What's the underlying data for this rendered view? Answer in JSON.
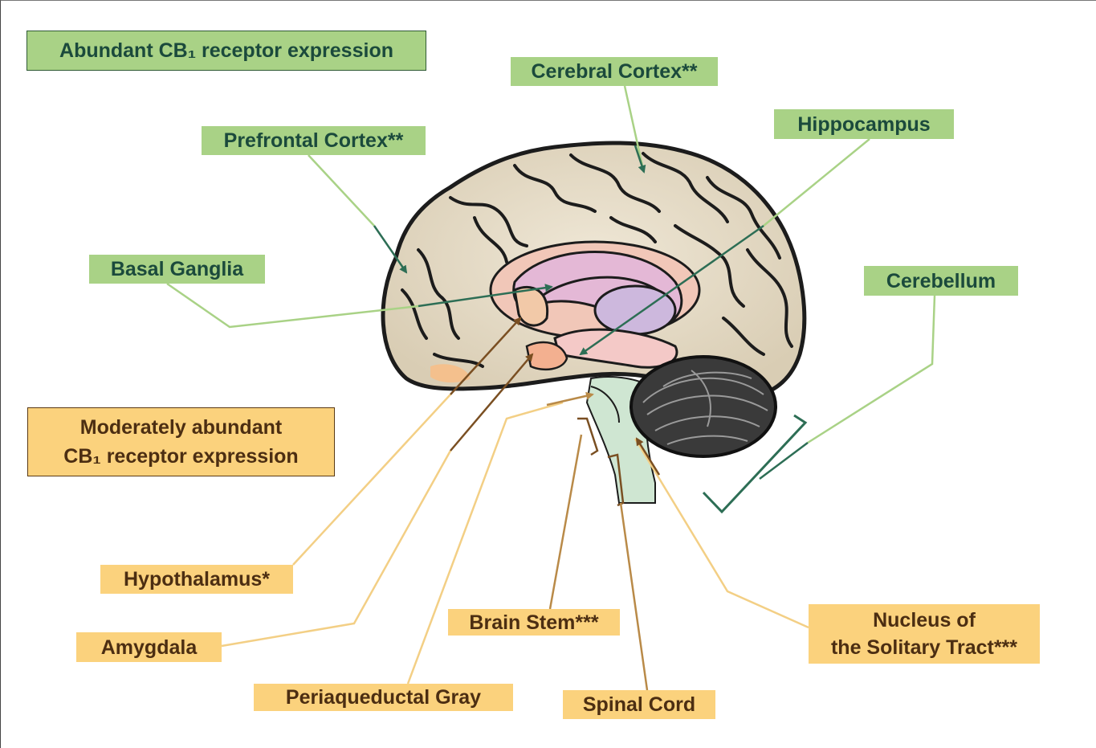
{
  "legend": {
    "abundant": "Abundant CB₁ receptor expression",
    "moderate_line1": "Moderately abundant",
    "moderate_line2": "CB₁ receptor expression",
    "abundant_color": "#a9d286",
    "moderate_color": "#fbd27d"
  },
  "regions_abundant": {
    "cerebral_cortex": "Cerebral Cortex**",
    "prefrontal_cortex": "Prefrontal Cortex**",
    "hippocampus": "Hippocampus",
    "basal_ganglia": "Basal Ganglia",
    "cerebellum": "Cerebellum"
  },
  "regions_moderate": {
    "hypothalamus": "Hypothalamus*",
    "amygdala": "Amygdala",
    "periaqueductal_gray": "Periaqueductal Gray",
    "brain_stem": "Brain Stem***",
    "spinal_cord": "Spinal Cord",
    "nts_line1": "Nucleus of",
    "nts_line2": "the Solitary Tract***"
  },
  "colors": {
    "green_leader": "#a9d286",
    "green_arrow": "#2d6e55",
    "yellow_leader": "#f3cf85",
    "brown_arrow": "#7a4f22"
  }
}
